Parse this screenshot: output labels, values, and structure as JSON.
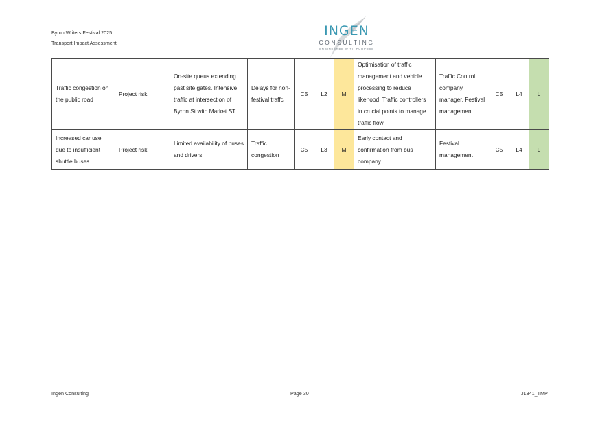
{
  "header": {
    "line1": "Byron Writers Festival 2025",
    "line2": "Transport Impact Assessment"
  },
  "logo": {
    "name": "INGEN",
    "sub": "CONSULTING",
    "tagline": "ENGINEERED WITH PURPOSE",
    "colors": {
      "teal": "#3a98b2",
      "gray": "#5d6670"
    }
  },
  "table": {
    "rows": [
      {
        "issue": "Traffic congestion on the public road",
        "type": "Project risk",
        "cause": "On-site queus extending past site gates. Intensive traffic at intersection of Byron St with Market ST",
        "impact": "Delays for non-festival traffc",
        "consequence": "C5",
        "likelihood": "L2",
        "rating": "M",
        "mitigation": "Optimisation of traffic management and vehicle processing to reduce likehood. Traffic controllers in crucial points to manage traffic flow",
        "responsible": "Traffic Control company manager, Festival management",
        "residual_consequence": "C5",
        "residual_likelihood": "L4",
        "residual_rating": "L"
      },
      {
        "issue": "Increased car use due to insufficient shuttle buses",
        "type": "Project risk",
        "cause": "Limited availability of buses and drivers",
        "impact": "Traffic congestion",
        "consequence": "C5",
        "likelihood": "L3",
        "rating": "M",
        "mitigation": "Early contact and confirmation from bus company",
        "responsible": "Festival management",
        "residual_consequence": "C5",
        "residual_likelihood": "L4",
        "residual_rating": "L"
      }
    ],
    "colors": {
      "medium": "#fde79b",
      "low": "#c5deaf"
    }
  },
  "footer": {
    "left": "Ingen Consulting",
    "center": "Page 30",
    "right": "J1341_TMP"
  }
}
